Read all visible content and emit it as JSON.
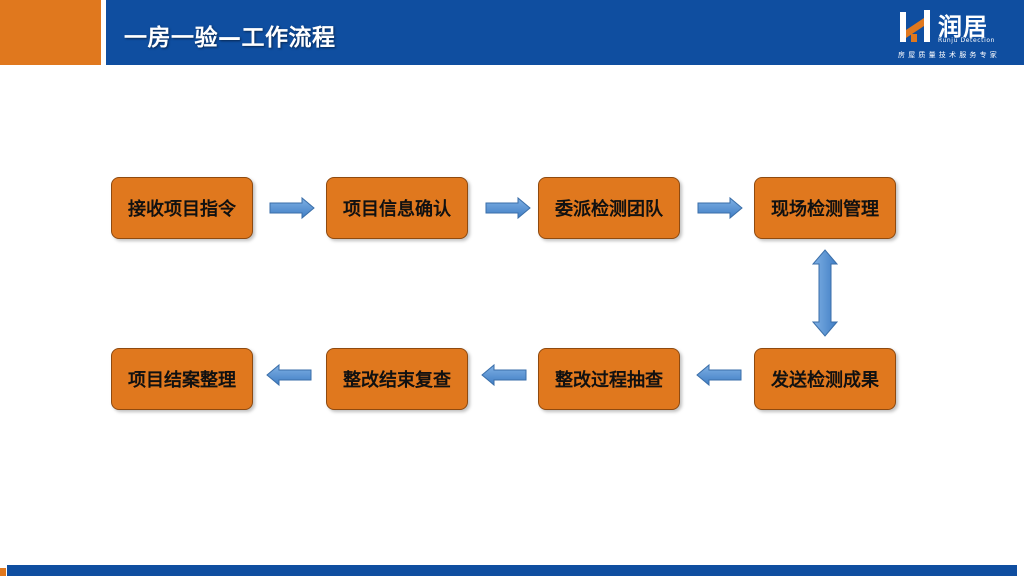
{
  "header": {
    "title": "一房一验—工作流程",
    "logo": {
      "name": "润居",
      "english": "Runju Detection",
      "tagline": "房屋质量技术服务专家"
    }
  },
  "flow": {
    "row1": [
      "接收项目指令",
      "项目信息确认",
      "委派检测团队",
      "现场检测管理"
    ],
    "row2": [
      "项目结案整理",
      "整改结束复查",
      "整改过程抽查",
      "发送检测成果"
    ]
  },
  "colors": {
    "header_blue": "#0f4ea0",
    "accent_orange": "#e0781e",
    "arrow_blue": "#4f8fd1"
  }
}
